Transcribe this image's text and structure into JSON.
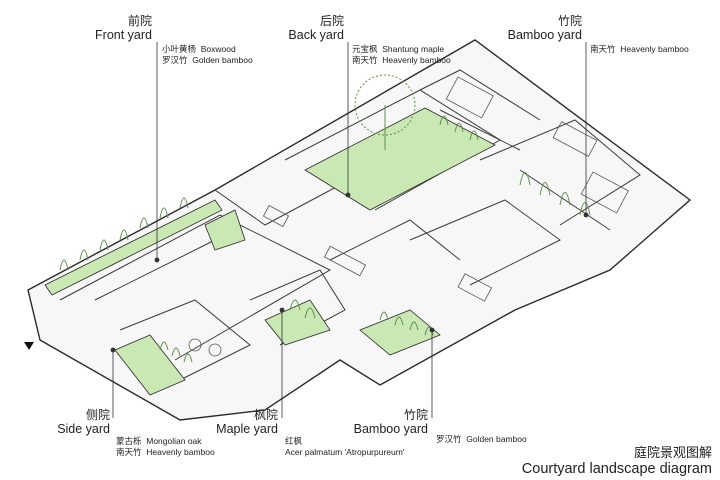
{
  "zones": [
    {
      "id": "front",
      "cn": "前院",
      "en": "Front yard",
      "plants": [
        {
          "cn": "小叶黄杨",
          "en": "Boxwood"
        },
        {
          "cn": "罗汉竹",
          "en": "Golden bamboo"
        }
      ]
    },
    {
      "id": "back",
      "cn": "后院",
      "en": "Back yard",
      "plants": [
        {
          "cn": "元宝枫",
          "en": "Shantung maple"
        },
        {
          "cn": "南天竹",
          "en": "Heavenly bamboo"
        }
      ]
    },
    {
      "id": "bamboo_top",
      "cn": "竹院",
      "en": "Bamboo yard",
      "plants": [
        {
          "cn": "南天竹",
          "en": "Heavenly bamboo"
        }
      ]
    },
    {
      "id": "side",
      "cn": "侧院",
      "en": "Side yard",
      "plants": [
        {
          "cn": "蒙古栎",
          "en": "Mongolian oak"
        },
        {
          "cn": "南天竹",
          "en": "Heavenly bamboo"
        }
      ]
    },
    {
      "id": "maple",
      "cn": "枫院",
      "en": "Maple yard",
      "plants": [
        {
          "cn": "红枫",
          "en": "Acer palmatum 'Atropurpureum'"
        }
      ]
    },
    {
      "id": "bamboo_bottom",
      "cn": "竹院",
      "en": "Bamboo yard",
      "plants": [
        {
          "cn": "罗汉竹",
          "en": "Golden bamboo"
        }
      ]
    }
  ],
  "title": {
    "cn": "庭院景观图解",
    "en": "Courtyard landscape diagram"
  },
  "colors": {
    "green": "#c9e8b4",
    "plant": "#5f8f4b",
    "line": "#2a2a2a",
    "wall": "#f4f4f4"
  }
}
